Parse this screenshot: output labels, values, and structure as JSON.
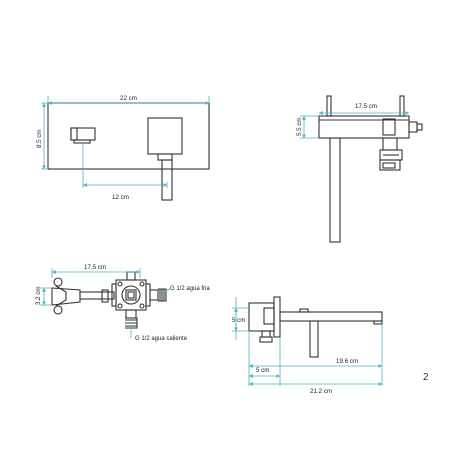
{
  "front_view": {
    "width_label": "22 cm",
    "height_label": "8.5 cm",
    "offset_label": "12 cm"
  },
  "side_view": {
    "depth_label": "17.5 cm",
    "height_label": "5.5 cm"
  },
  "valve_view": {
    "width_label": "17.5 cm",
    "height_label": "3.2 cm",
    "cold_label": "G 1/2 agua fria",
    "hot_label": "G 1/2 agua caliente"
  },
  "install_view": {
    "body_label": "5 cm",
    "base_label": "5 cm",
    "spout_label": "19.6 cm",
    "total_label": "21.2 cm"
  },
  "page_number": "2",
  "colors": {
    "dimension_line": "#4fb3c4",
    "object_line": "#333333"
  }
}
